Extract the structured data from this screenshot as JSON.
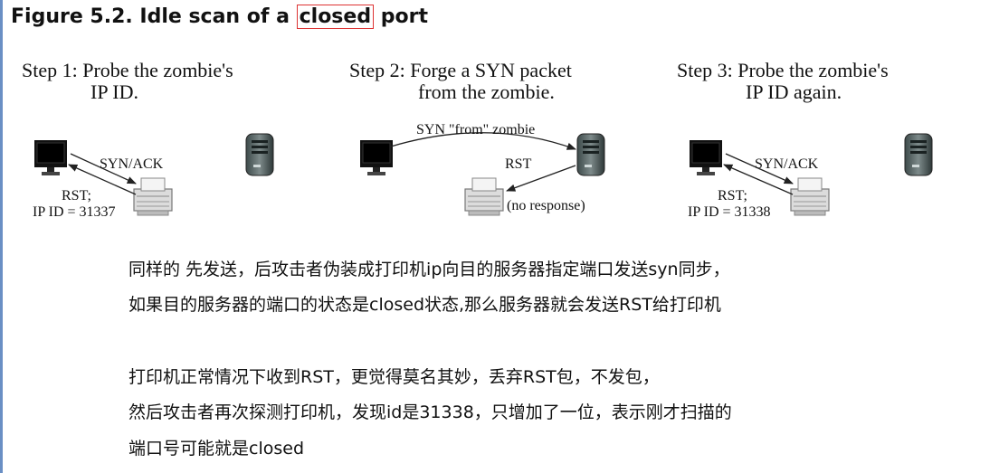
{
  "title": {
    "prefix": "Figure 5.2. Idle scan of a ",
    "highlight": "closed",
    "suffix": " port"
  },
  "steps": [
    {
      "heading": [
        "Step 1: Probe the zombie's",
        "IP ID."
      ],
      "arrow_labels": [
        "SYN/ACK",
        "RST;",
        "IP ID = 31337"
      ]
    },
    {
      "heading": [
        "Step 2: Forge a SYN packet",
        "from the zombie."
      ],
      "arrow_labels": [
        "SYN \"from\" zombie",
        "RST",
        "(no response)"
      ]
    },
    {
      "heading": [
        "Step 3: Probe the zombie's",
        "IP ID again."
      ],
      "arrow_labels": [
        "SYN/ACK",
        "RST;",
        "IP ID = 31338"
      ]
    }
  ],
  "notes": [
    "同样的 先发送，后攻击者伪装成打印机ip向目的服务器指定端口发送syn同步，",
    "如果目的服务器的端口的状态是closed状态,那么服务器就会发送RST给打印机",
    "打印机正常情况下收到RST，更觉得莫名其妙，丢弃RST包，不发包，",
    "然后攻击者再次探测打印机，发现id是31338，只增加了一位，表示刚才扫描的",
    "端口号可能就是closed"
  ]
}
